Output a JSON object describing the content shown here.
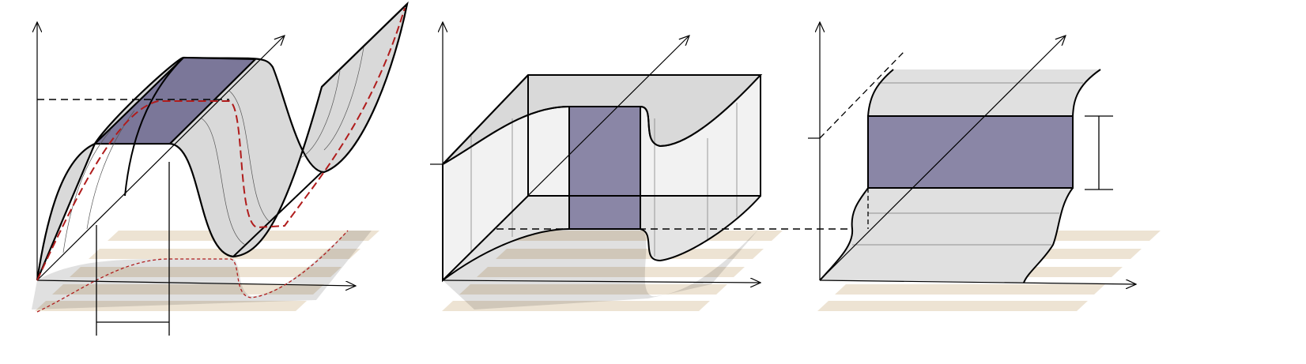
{
  "colors": {
    "surface": "#d9d9d9",
    "surface_light": "#f2f2f2",
    "highlight": "#8a86a6",
    "highlight_dark": "#7b7799",
    "stripe": "#ede3d3",
    "curve": "#b01c1c",
    "ink": "#000000"
  },
  "panels": [
    "ridge-surface",
    "box-with-band",
    "vertical-sheet-with-band"
  ]
}
